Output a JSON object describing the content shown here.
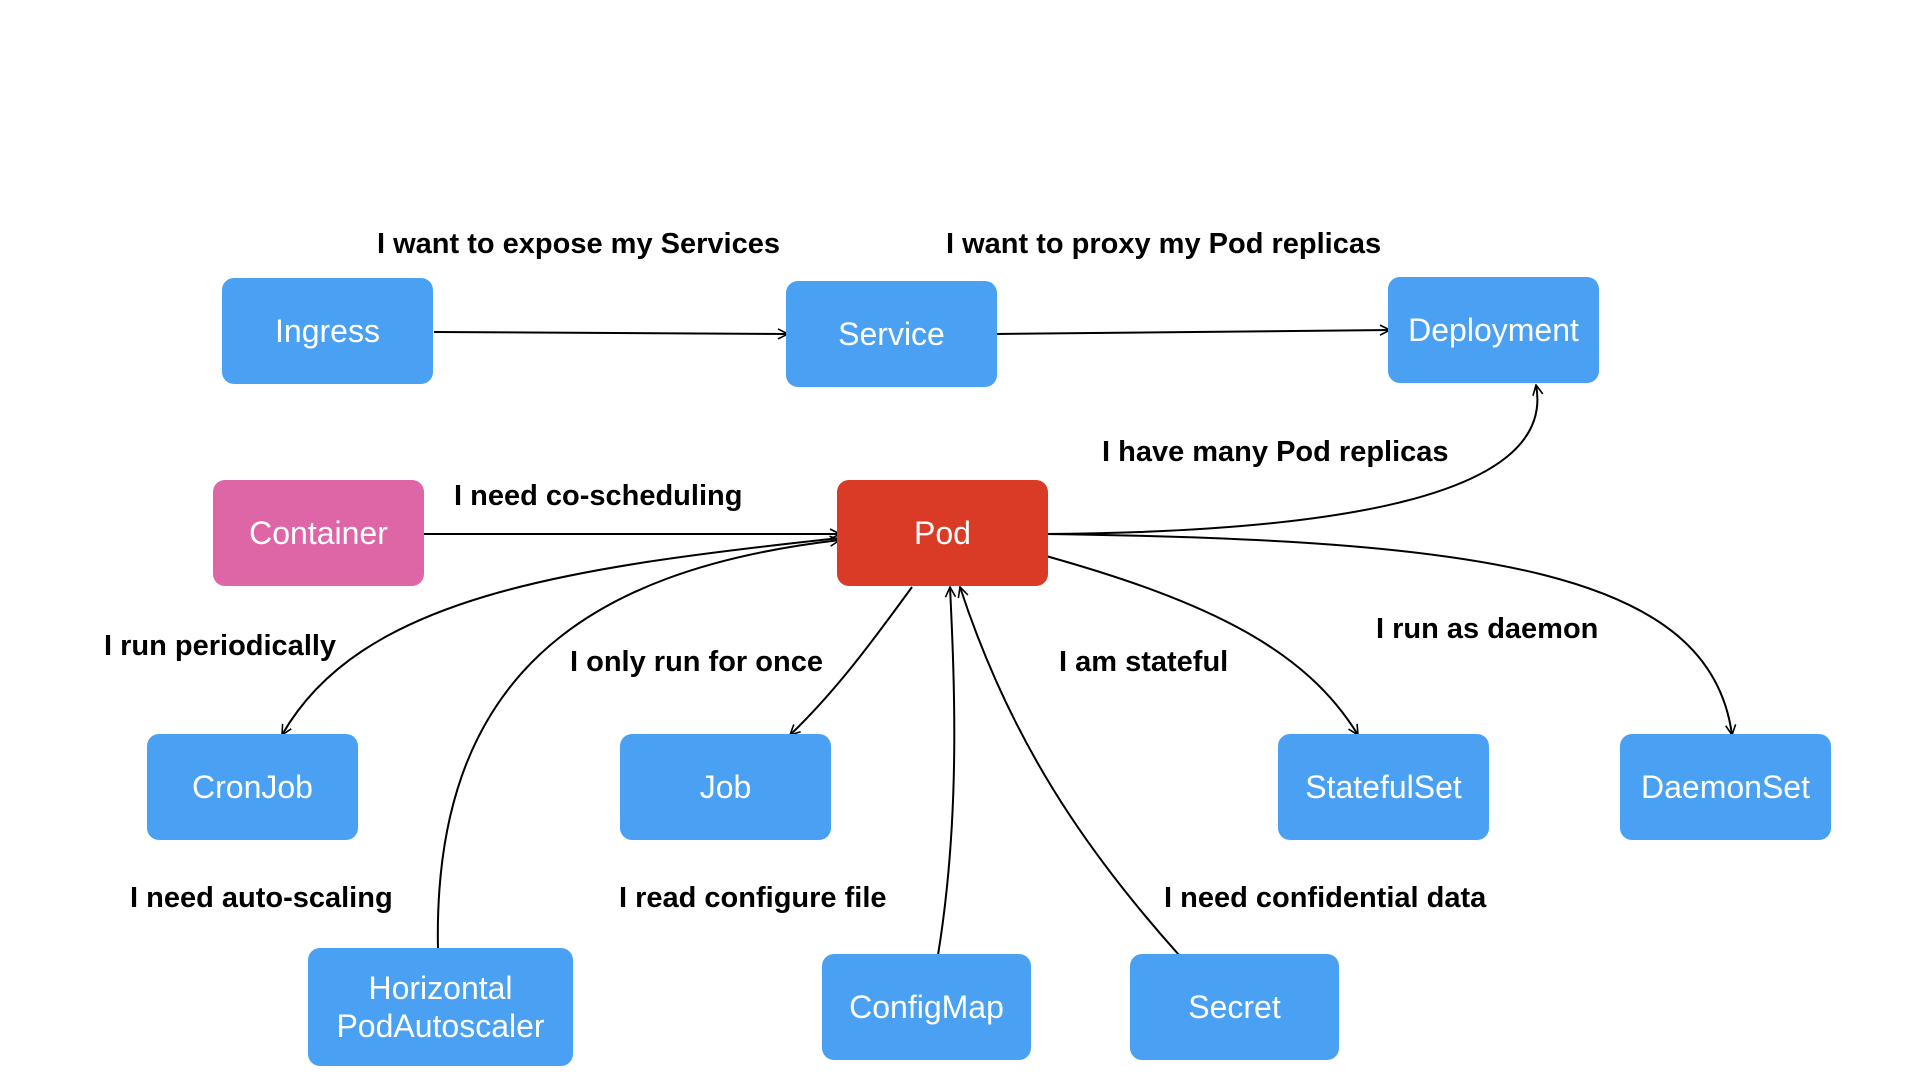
{
  "nodes": {
    "ingress": "Ingress",
    "service": "Service",
    "deployment": "Deployment",
    "container": "Container",
    "pod": "Pod",
    "cronjob": "CronJob",
    "job": "Job",
    "statefulset": "StatefulSet",
    "daemonset": "DaemonSet",
    "hpa_line1": "Horizontal",
    "hpa_line2": "PodAutoscaler",
    "configmap": "ConfigMap",
    "secret": "Secret"
  },
  "edge_labels": {
    "expose_services": "I want to expose my Services",
    "proxy_replicas": "I want to proxy my Pod replicas",
    "many_replicas": "I have many Pod replicas",
    "co_scheduling": "I need co-scheduling",
    "run_periodically": "I run periodically",
    "run_once": "I only run for once",
    "stateful": "I am stateful",
    "daemon": "I run as daemon",
    "auto_scaling": "I need auto-scaling",
    "configure_file": "I read configure file",
    "confidential_data": "I need confidential data"
  },
  "colors": {
    "node_blue": "#4aa1f3",
    "pod_red": "#da3b26",
    "container_pink": "#de66a6",
    "edge_black": "#000000"
  }
}
